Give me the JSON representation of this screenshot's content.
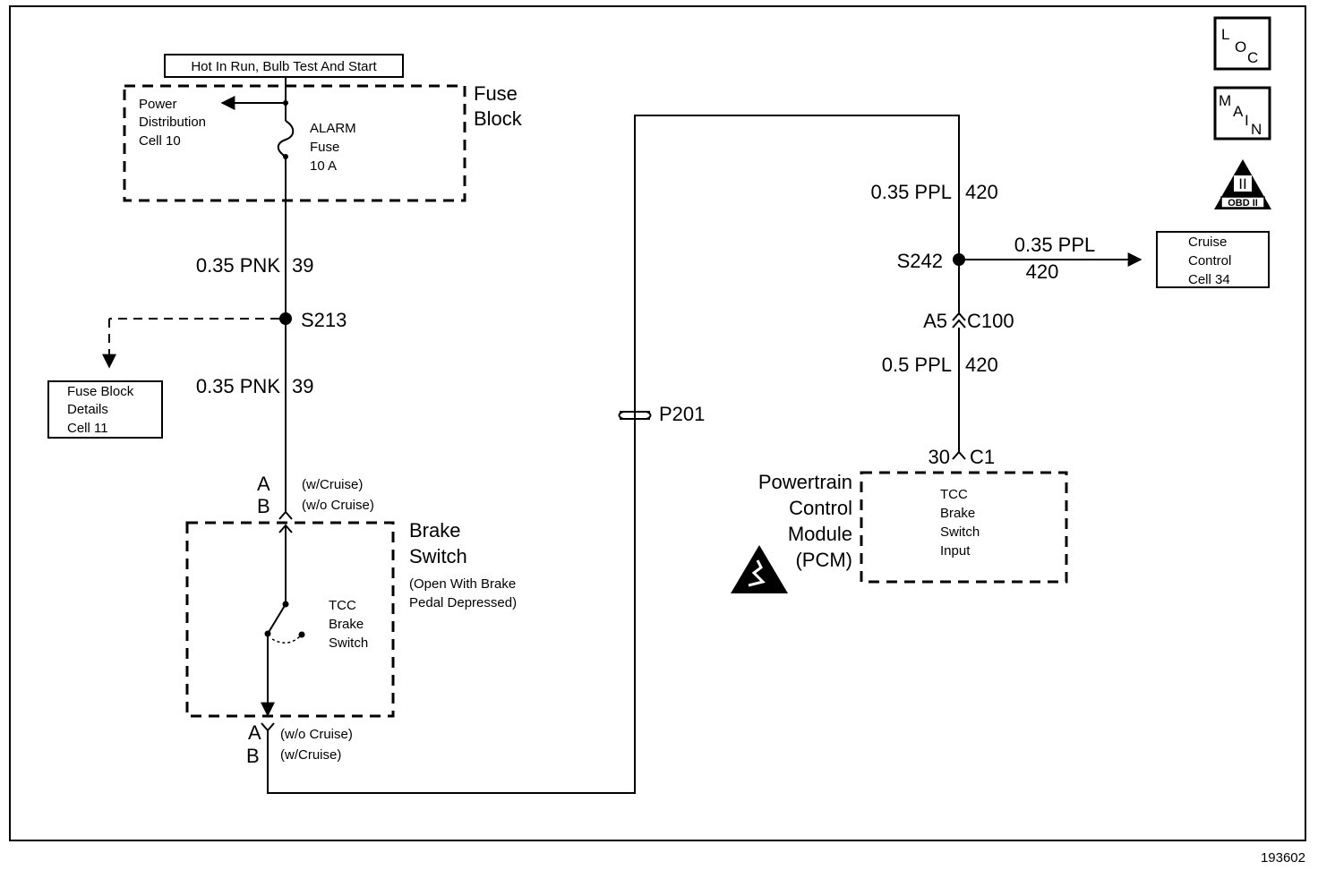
{
  "header_box": "Hot In Run, Bulb Test And Start",
  "fuse_block": {
    "title_line1": "Fuse",
    "title_line2": "Block",
    "power_dist": [
      "Power",
      "Distribution",
      "Cell 10"
    ],
    "fuse": [
      "ALARM",
      "Fuse",
      "10 A"
    ]
  },
  "wires": {
    "pnk_upper": {
      "gauge": "0.35 PNK",
      "circuit": "39"
    },
    "pnk_lower": {
      "gauge": "0.35 PNK",
      "circuit": "39"
    },
    "ppl_upper": {
      "gauge": "0.35 PPL",
      "circuit": "420"
    },
    "ppl_branch": {
      "gauge": "0.35 PPL",
      "circuit": "420"
    },
    "ppl_lower": {
      "gauge": "0.5 PPL",
      "circuit": "420"
    }
  },
  "splices": {
    "s213": "S213",
    "s242": "S242"
  },
  "fuse_block_details": [
    "Fuse Block",
    "Details",
    "Cell 11"
  ],
  "brake_switch": {
    "title_line1": "Brake",
    "title_line2": "Switch",
    "note_line1": "(Open With Brake",
    "note_line2": "Pedal Depressed)",
    "tcc": [
      "TCC",
      "Brake",
      "Switch"
    ],
    "top_a": "A",
    "top_b": "B",
    "top_a_note": "(w/Cruise)",
    "top_b_note": "(w/o Cruise)",
    "bottom_a": "A",
    "bottom_b": "B",
    "bottom_a_note": "(w/o Cruise)",
    "bottom_b_note": "(w/Cruise)"
  },
  "p201": "P201",
  "c100": {
    "pin": "A5",
    "connector": "C100"
  },
  "c1": {
    "pin": "30",
    "connector": "C1"
  },
  "cruise_control": [
    "Cruise",
    "Control",
    "Cell 34"
  ],
  "pcm": {
    "name": [
      "Powertrain",
      "Control",
      "Module",
      "(PCM)"
    ],
    "input": [
      "TCC",
      "Brake",
      "Switch",
      "Input"
    ]
  },
  "icons": {
    "loc": [
      "L",
      "O",
      "C"
    ],
    "main": [
      "M",
      "A",
      "I",
      "N"
    ],
    "obd_label": "OBD II",
    "obd_mark": "II"
  },
  "figure_number": "193602"
}
